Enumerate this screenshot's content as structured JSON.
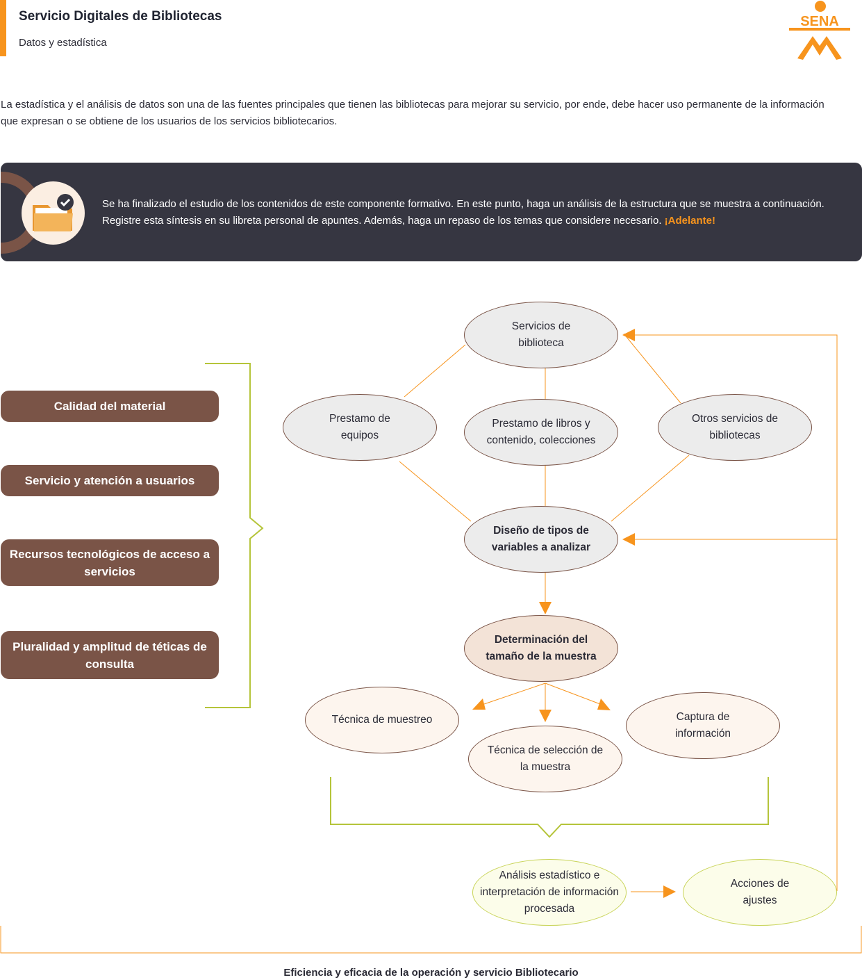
{
  "header": {
    "title": "Servicio Digitales de Bibliotecas",
    "subtitle": "Datos y estadística",
    "logo_text": "SENA"
  },
  "intro": "La estadística y el análisis de datos son una de las fuentes principales que tienen las bibliotecas para mejorar su servicio, por ende, debe hacer uso permanente de la información que expresan o se obtiene de los usuarios de los servicios bibliotecarios.",
  "callout": {
    "text": "Se ha finalizado el estudio de los contenidos de este componente formativo. En este punto, haga un análisis de la estructura que se muestra a continuación. Registre esta síntesis en su libreta personal de apuntes. Además, haga un repaso de los temas que considere necesario. ",
    "highlight": "¡Adelante!",
    "icon": "folder-check-icon"
  },
  "factors": [
    "Calidad del material",
    "Servicio y atención a usuarios",
    "Recursos tecnológicos de acceso a servicios",
    "Pluralidad y amplitud de téticas de consulta"
  ],
  "nodes": {
    "servicios": "Servicios de biblioteca",
    "prestamo_equipos": "Prestamo de equipos",
    "prestamo_libros": "Prestamo de libros y contenido, colecciones",
    "otros_servicios": "Otros servicios de bibliotecas",
    "diseno": "Diseño de tipos de variables a analizar",
    "determinacion": "Determinación del tamaño de la muestra",
    "tecnica_muestreo": "Técnica de muestreo",
    "tecnica_seleccion": "Técnica de selección de la muestra",
    "captura": "Captura de información",
    "analisis": "Análisis estadístico e interpretación de información procesada",
    "acciones": "Acciones de ajustes"
  },
  "footer": "Eficiencia y eficacia de la operación y servicio Bibliotecario",
  "colors": {
    "accent": "#f7941d",
    "brown": "#7a5447",
    "dark": "#363641",
    "brace": "#b5c43a"
  }
}
